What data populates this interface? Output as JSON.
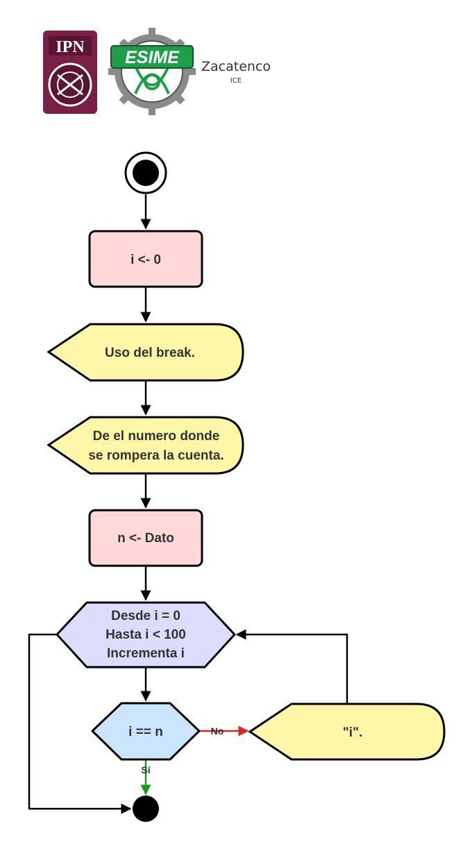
{
  "header": {
    "ipn_logo_text": "IPN",
    "esime_logo_text": "ESIME",
    "campus": "Zacatenco",
    "program": "ICE"
  },
  "nodes": {
    "init": "i <- 0",
    "message": "Uso del break.",
    "prompt_line1": "De el numero donde",
    "prompt_line2": "se rompera la cuenta.",
    "input": "n <- Dato",
    "loop_line1": "Desde i = 0",
    "loop_line2": "Hasta i < 100",
    "loop_line3": "Incrementa i",
    "decision": "i == n",
    "output": "\"i\"."
  },
  "edge_labels": {
    "no": "No",
    "yes": "Sí"
  },
  "colors": {
    "process_fill": "#ffd9d9",
    "display_fill": "#fff7a8",
    "loop_fill": "#dcdcfc",
    "decision_fill": "#cce5ff",
    "no_arrow": "#dd2222",
    "yes_arrow": "#1a9b1a",
    "ipn_brand": "#7a1f45",
    "esime_brand": "#1f9e4a"
  }
}
